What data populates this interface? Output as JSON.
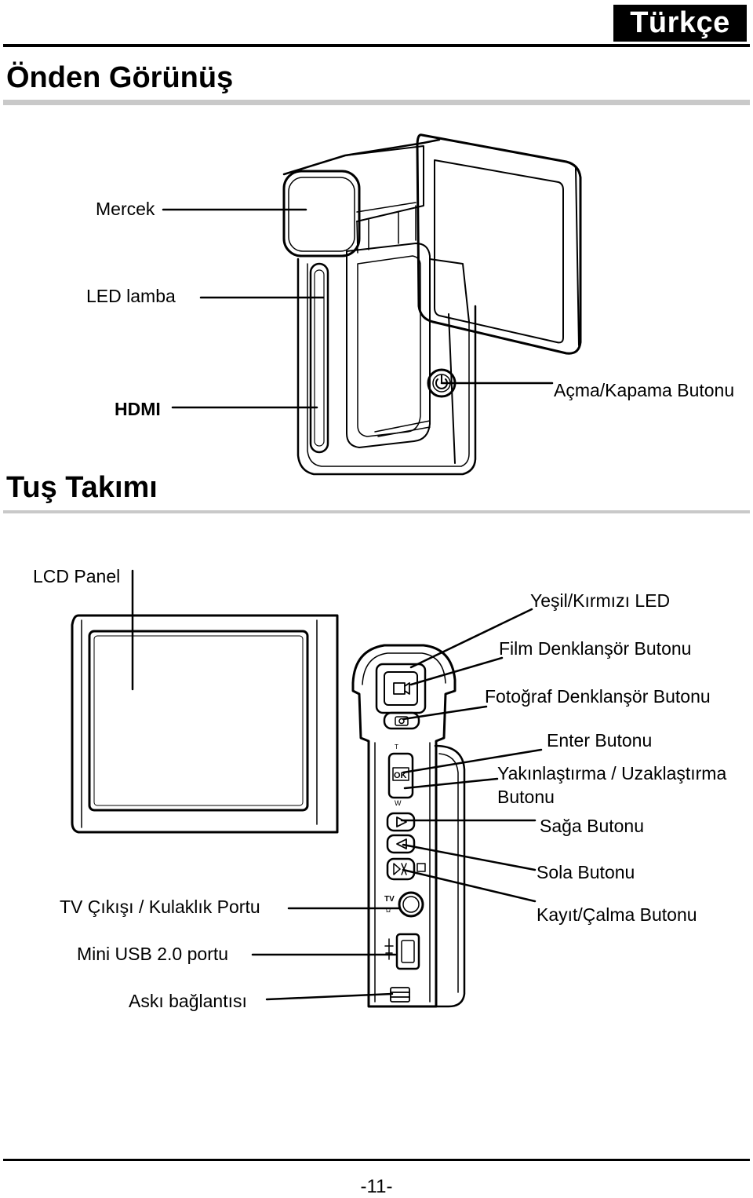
{
  "header": {
    "language_badge": "Türkçe"
  },
  "sections": {
    "front_view": {
      "title": "Önden Görünüş",
      "labels": {
        "lens": "Mercek",
        "led_lamp": "LED  lamba",
        "hdmi": "HDMI",
        "power_button": "Açma/Kapama  Butonu"
      }
    },
    "keypad": {
      "title": "Tuş Takımı",
      "labels": {
        "lcd_panel": "LCD Panel",
        "green_red_led": "Yeşil/Kırmızı LED",
        "movie_shutter": "Film Denklanşör Butonu",
        "photo_shutter": "Fotoğraf Denklanşör Butonu",
        "enter": "Enter Butonu",
        "zoom_line1": "Yakınlaştırma / Uzaklaştırma",
        "zoom_line2": "Butonu",
        "right": "Sağa Butonu",
        "left": "Sola Butonu",
        "record_play": "Kayıt/Çalma Butonu",
        "tv_out": "TV Çıkışı / Kulaklık Portu",
        "mini_usb": "Mini USB 2.0 portu",
        "strap": "Askı bağlantısı"
      }
    }
  },
  "footer": {
    "page_number": "-11-"
  },
  "icons": [
    "power-icon",
    "movie-icon",
    "camera-icon",
    "ok-icon",
    "play-right-icon",
    "play-left-icon",
    "record-play-icon",
    "tv-out-port-icon",
    "usb-port-icon",
    "strap-loop-icon"
  ]
}
